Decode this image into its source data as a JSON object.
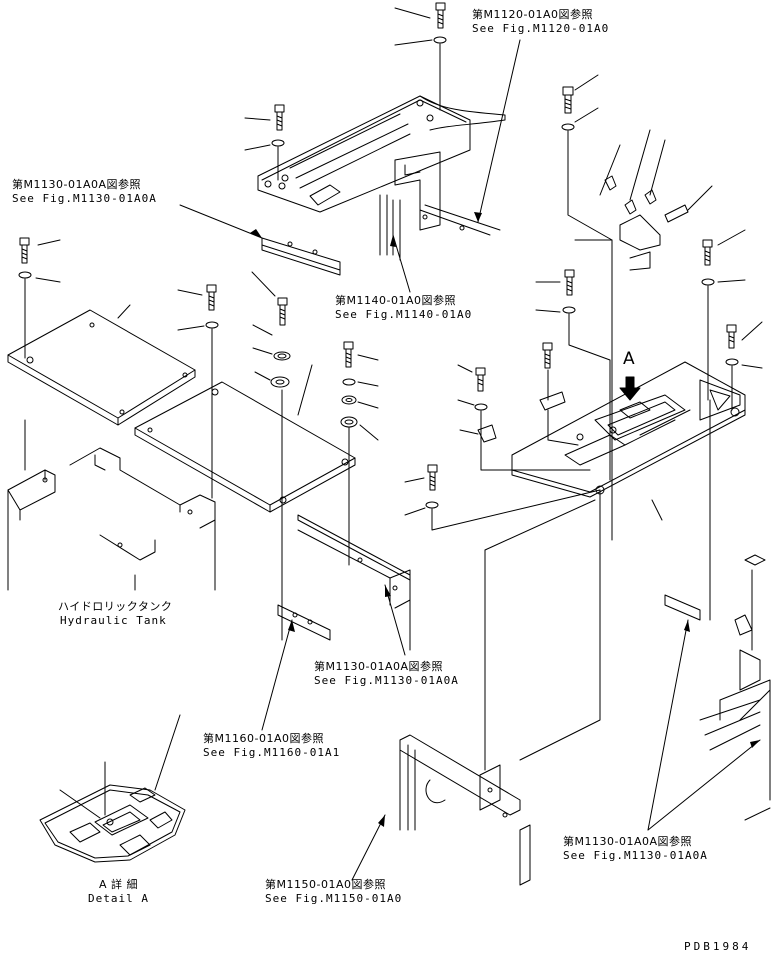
{
  "references": {
    "m1120": {
      "jp": "第M1120-01A0図参照",
      "en": "See Fig.M1120-01A0"
    },
    "m1130_top": {
      "jp": "第M1130-01A0A図参照",
      "en": "See Fig.M1130-01A0A"
    },
    "m1140": {
      "jp": "第M1140-01A0図参照",
      "en": "See Fig.M1140-01A0"
    },
    "m1130_mid": {
      "jp": "第M1130-01A0A図参照",
      "en": "See Fig.M1130-01A0A"
    },
    "m1160": {
      "jp": "第M1160-01A0図参照",
      "en": "See Fig.M1160-01A1"
    },
    "m1150": {
      "jp": "第M1150-01A0図参照",
      "en": "See Fig.M1150-01A0"
    },
    "m1130_right": {
      "jp": "第M1130-01A0A図参照",
      "en": "See Fig.M1130-01A0A"
    }
  },
  "hydraulic_tank": {
    "jp": "ハイドロリックタンク",
    "en": "Hydraulic Tank"
  },
  "view_marker": "A",
  "detail": {
    "jp": "A 詳 細",
    "en": "Detail A"
  },
  "drawing_id": "PDB1984"
}
